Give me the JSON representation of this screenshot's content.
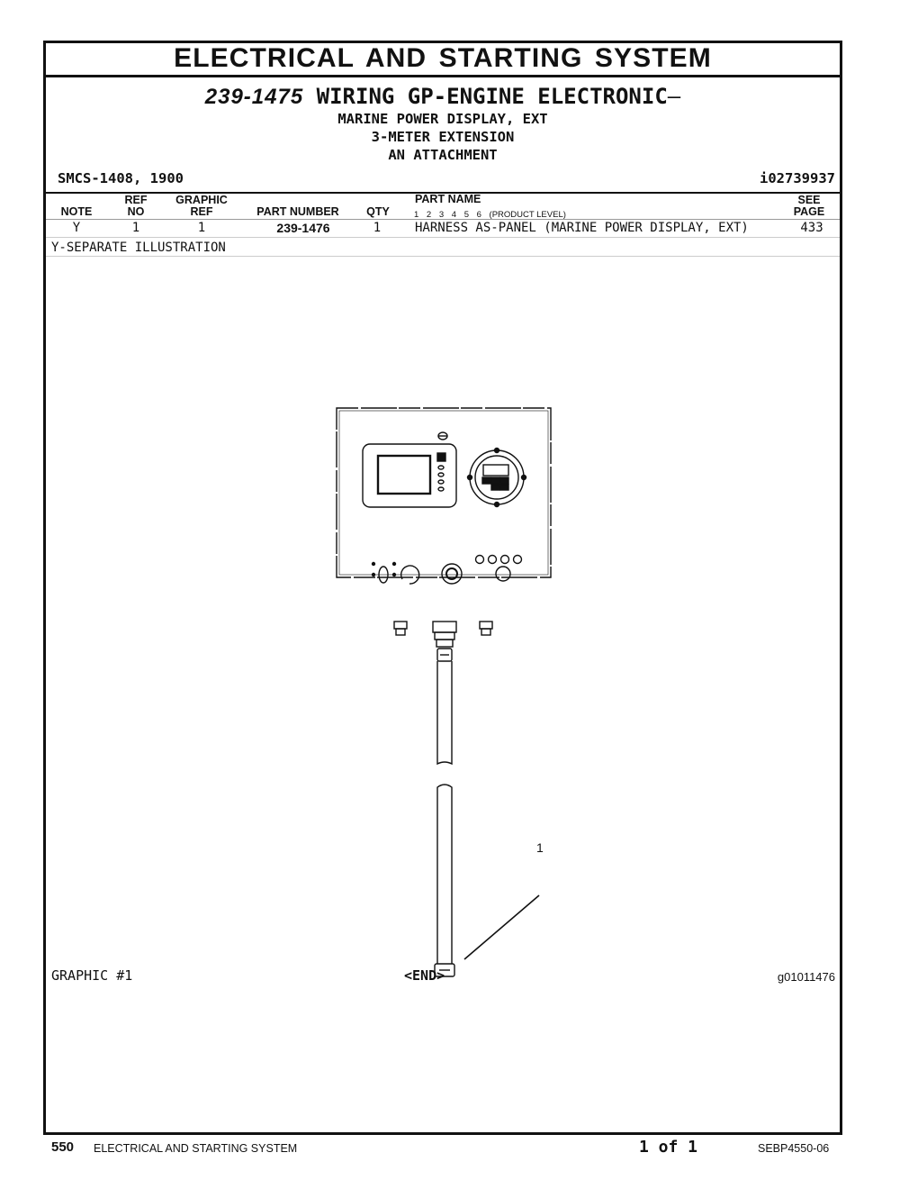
{
  "section_title": "ELECTRICAL AND STARTING SYSTEM",
  "heading": {
    "part_number": "239-1475",
    "title": "WIRING GP-ENGINE ELECTRONIC",
    "dash": "—",
    "sub_lines": [
      "MARINE POWER DISPLAY, EXT",
      "3-METER EXTENSION",
      "AN ATTACHMENT"
    ]
  },
  "smcs": "SMCS-1408, 1900",
  "info_id": "i02739937",
  "table": {
    "headers": {
      "note": "NOTE",
      "ref_no_1": "REF",
      "ref_no_2": "NO",
      "graphic_ref_1": "GRAPHIC",
      "graphic_ref_2": "REF",
      "part_number": "PART NUMBER",
      "qty": "QTY",
      "part_name": "PART NAME",
      "levels": "1 2 3 4 5 6",
      "product_level": "(PRODUCT LEVEL)",
      "see_page_1": "SEE",
      "see_page_2": "PAGE"
    },
    "rows": [
      {
        "note": "Y",
        "ref_no": "1",
        "graphic_ref": "1",
        "part_number": "239-1476",
        "qty": "1",
        "part_name": "HARNESS AS-PANEL (MARINE POWER DISPLAY, EXT)",
        "see_page": "433"
      }
    ]
  },
  "note_text": "Y-SEPARATE ILLUSTRATION",
  "callout": "1",
  "graphic_label": "GRAPHIC #1",
  "end_mark": "<END>",
  "graphic_id": "g01011476",
  "footer": {
    "page_number": "550",
    "section": "ELECTRICAL AND STARTING SYSTEM",
    "page_of": "1 of 1",
    "doc_id": "SEBP4550-06"
  }
}
